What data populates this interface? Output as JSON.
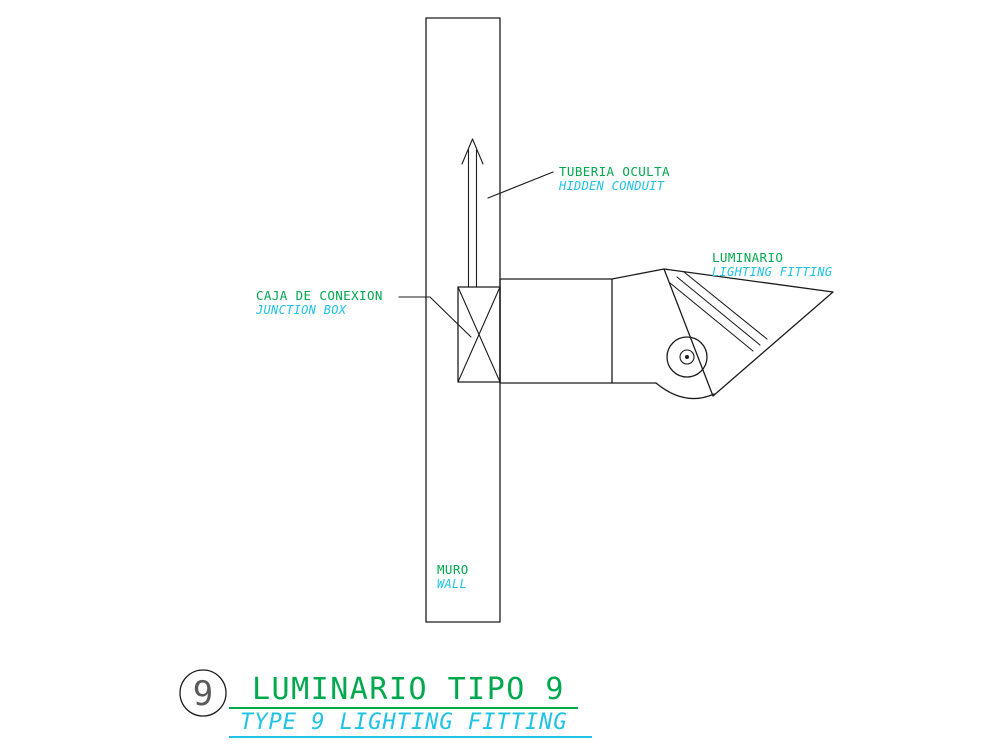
{
  "colors": {
    "spanish": "#00A84E",
    "english": "#1FC3E6",
    "line": "#1c1c1c",
    "number": "#5a5a5a"
  },
  "labels": {
    "conduit": {
      "es": "TUBERIA OCULTA",
      "en": "HIDDEN CONDUIT"
    },
    "junction_box": {
      "es": "CAJA DE CONEXION",
      "en": "JUNCTION BOX"
    },
    "luminaire": {
      "es": "LUMINARIO",
      "en": "LIGHTING FITTING"
    },
    "wall": {
      "es": "MURO",
      "en": "WALL"
    }
  },
  "title_block": {
    "detail_number": "9",
    "title_es": "LUMINARIO  TIPO  9",
    "title_en": "TYPE  9  LIGHTING  FITTING"
  }
}
